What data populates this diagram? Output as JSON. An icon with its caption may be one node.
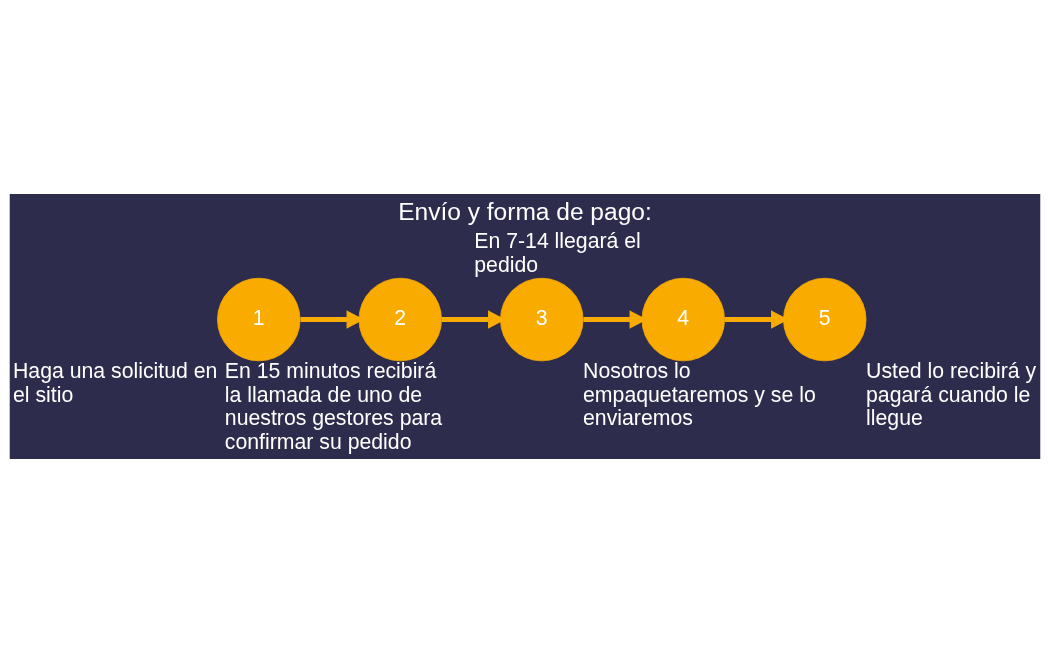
{
  "diagram": {
    "title": "Envío y forma de pago:",
    "nodes": [
      {
        "text": [
          "1"
        ],
        "beside": [
          "Haga una solicitud en el sitio"
        ]
      },
      {
        "text": [
          "2"
        ],
        "beside": [
          "En 15 minutos recibirá la llamada de uno de nuestros gestores para confirmar su pedido"
        ]
      },
      {
        "text": [
          "3"
        ],
        "beside": [
          "Nosotros lo empaquetaremos y se lo enviaremos"
        ]
      },
      {
        "text": [
          "4"
        ],
        "beside": [
          "En 7-14 llegará el pedido"
        ]
      },
      {
        "text": [
          "5"
        ],
        "beside": [
          "Usted lo recibirá y pagará cuando le llegue"
        ]
      }
    ],
    "edges": [
      {
        "from": 0,
        "to": 1,
        "arrow": "to"
      },
      {
        "from": 1,
        "to": 2,
        "arrow": "to"
      },
      {
        "from": 2,
        "to": 3,
        "arrow": "to"
      },
      {
        "from": 3,
        "to": 4,
        "arrow": "to"
      }
    ]
  }
}
